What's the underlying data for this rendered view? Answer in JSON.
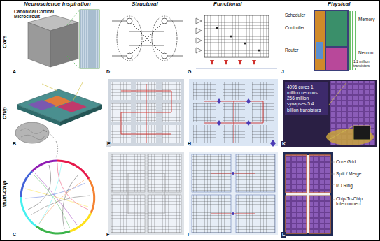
{
  "diagram": {
    "nodes": [
      {
        "text": [
          "4096 cores 1 million neurons 256 million synapses 5.4 billion transistors"
        ]
      }
    ],
    "labels": [
      "Neuroscience Inspiration",
      "Structural",
      "Functional",
      "Physical",
      "Core",
      "Chip",
      "Multi-Chip",
      "Canonical Cortical Microcircuit",
      "A",
      "B",
      "C",
      "D",
      "E",
      "F",
      "G",
      "H",
      "I",
      "J",
      "K",
      "L",
      "Scheduler",
      "Controller",
      "Memory",
      "Router",
      "Neuron",
      "1.2 million transistors",
      "Core Grid",
      "Split / Merge",
      "I/O Ring",
      "Chip-To-Chip Interconnect"
    ]
  }
}
